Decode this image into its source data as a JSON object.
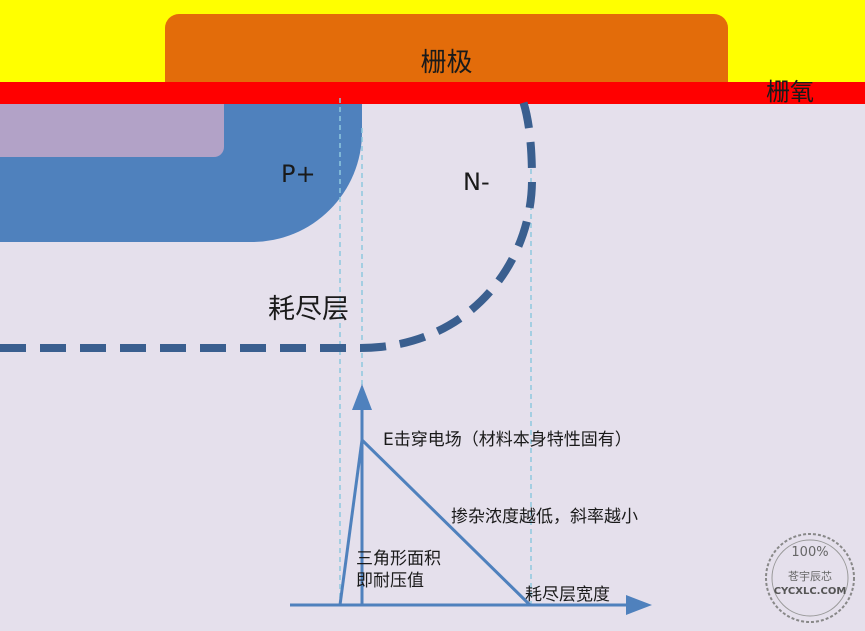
{
  "labels": {
    "gate": "栅极",
    "gate_oxide": "栅氧",
    "p_plus": "P+",
    "n_minus": "N-",
    "depletion_layer": "耗尽层",
    "breakdown_field": "E击穿电场（材料本身特性固有）",
    "doping_slope": "掺杂浓度越低，斜率越小",
    "triangle_area_line1": "三角形面积",
    "triangle_area_line2": "即耐压值",
    "depletion_width": "耗尽层宽度"
  },
  "watermark": {
    "number": "100%",
    "name": "苍宇辰芯",
    "url": "CYCXLC.COM"
  },
  "colors": {
    "top_band": "#ffff00",
    "gate": "#e36c0a",
    "gate_oxide": "#ff0000",
    "p_plus_region": "#4f81bd",
    "p_inner_region": "#b2a2c7",
    "substrate": "#e5e0ec",
    "depletion_boundary": "#3a5f8f",
    "field_lines": "#4f81bd",
    "guide_lines": "#8ec8df"
  }
}
